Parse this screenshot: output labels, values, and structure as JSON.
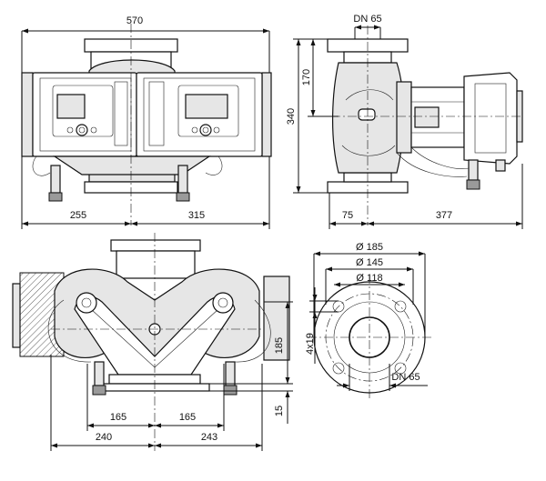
{
  "dimensions": {
    "front_total_width": "570",
    "front_left_width": "255",
    "front_right_width": "315",
    "side_flange_label": "DN 65",
    "side_total_height": "340",
    "side_upper_height": "170",
    "side_left_depth": "75",
    "side_right_depth": "377",
    "bottom_half_spacing_left": "165",
    "bottom_half_spacing_right": "165",
    "bottom_overall_left": "240",
    "bottom_overall_right": "243",
    "bottom_axis_height": "185",
    "bottom_foot_height": "15",
    "flange_d1": "Ø 185",
    "flange_d2": "Ø 145",
    "flange_d3": "Ø 118",
    "flange_holes": "4x19",
    "flange_nominal": "DN 65"
  }
}
